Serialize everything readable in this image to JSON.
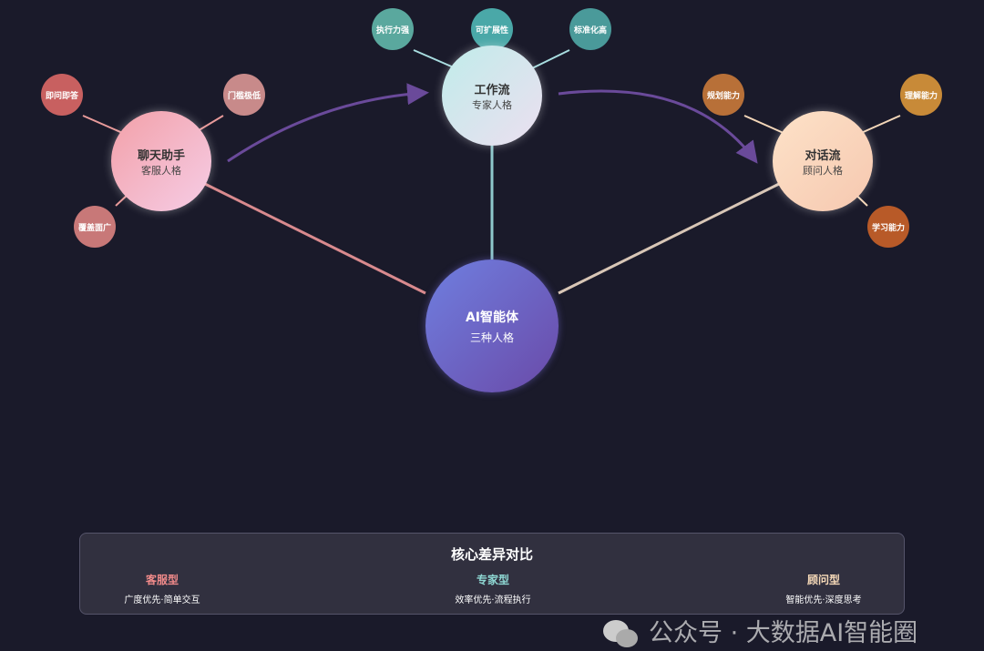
{
  "center": {
    "title": "AI智能体",
    "subtitle": "三种人格"
  },
  "personas": [
    {
      "title": "聊天助手",
      "subtitle": "客服人格",
      "traits": [
        "即问即答",
        "门槛极低",
        "覆盖面广"
      ]
    },
    {
      "title": "工作流",
      "subtitle": "专家人格",
      "traits": [
        "执行力强",
        "可扩展性",
        "标准化高"
      ]
    },
    {
      "title": "对话流",
      "subtitle": "顾问人格",
      "traits": [
        "规划能力",
        "理解能力",
        "学习能力"
      ]
    }
  ],
  "comparison": {
    "title": "核心差异对比",
    "columns": [
      {
        "label": "客服型",
        "desc": "广度优先·简单交互",
        "color": "#f08a8a"
      },
      {
        "label": "专家型",
        "desc": "效率优先·流程执行",
        "color": "#8fd8d4"
      },
      {
        "label": "顾问型",
        "desc": "智能优先·深度思考",
        "color": "#f6d9b8"
      }
    ]
  },
  "watermark": "公众号 · 大数据AI智能圈"
}
